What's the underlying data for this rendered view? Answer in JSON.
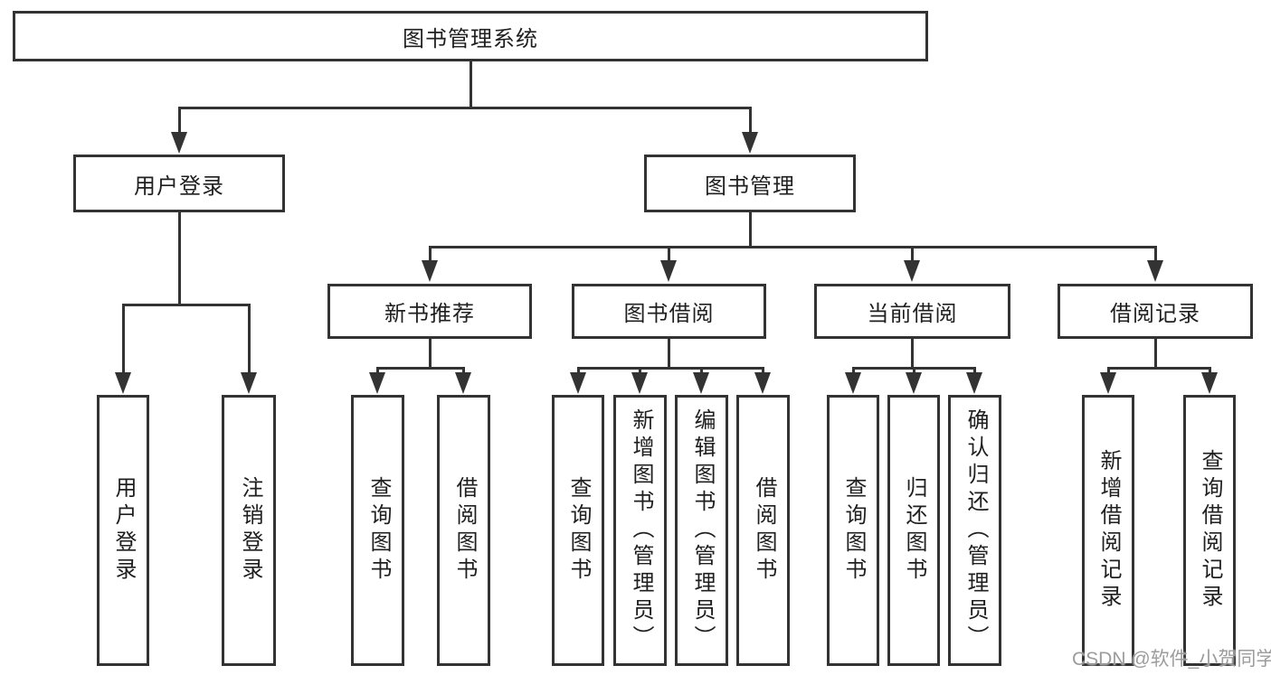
{
  "nodes": {
    "root": "图书管理系统",
    "level2": {
      "login": "用户登录",
      "manage": "图书管理"
    },
    "level3": {
      "newbook": "新书推荐",
      "borrow": "图书借阅",
      "current": "当前借阅",
      "records": "借阅记录"
    },
    "leaves": {
      "login": [
        "用户登录",
        "注销登录"
      ],
      "newbook": [
        "查询图书",
        "借阅图书"
      ],
      "borrow": [
        "查询图书",
        "新增图书（管理员）",
        "编辑图书（管理员）",
        "借阅图书"
      ],
      "current": [
        "查询图书",
        "归还图书",
        "确认归还（管理员）"
      ],
      "records": [
        "新增借阅记录",
        "查询借阅记录"
      ]
    }
  },
  "watermark": "CSDN @软件_小贺同学",
  "colors": {
    "line": "#333333",
    "text": "#1f1f1f",
    "watermark": "#9c9c9c",
    "background": "#ffffff"
  }
}
